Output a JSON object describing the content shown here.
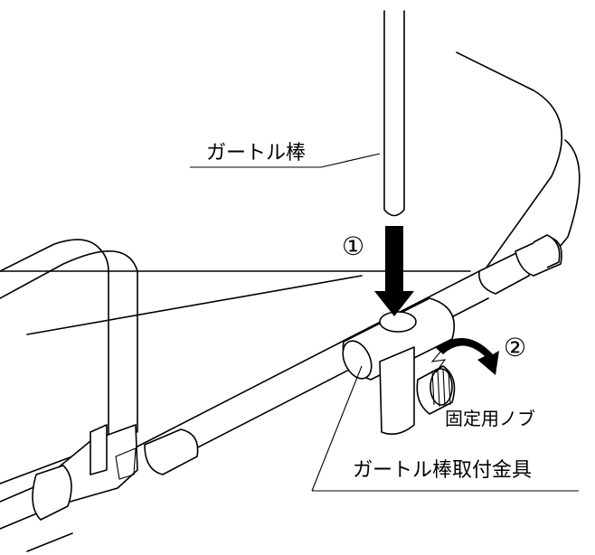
{
  "labels": {
    "rod": "ガートル棒",
    "step1": "①",
    "step2": "②",
    "knob": "固定用ノブ",
    "bracket": "ガートル棒取付金具"
  }
}
